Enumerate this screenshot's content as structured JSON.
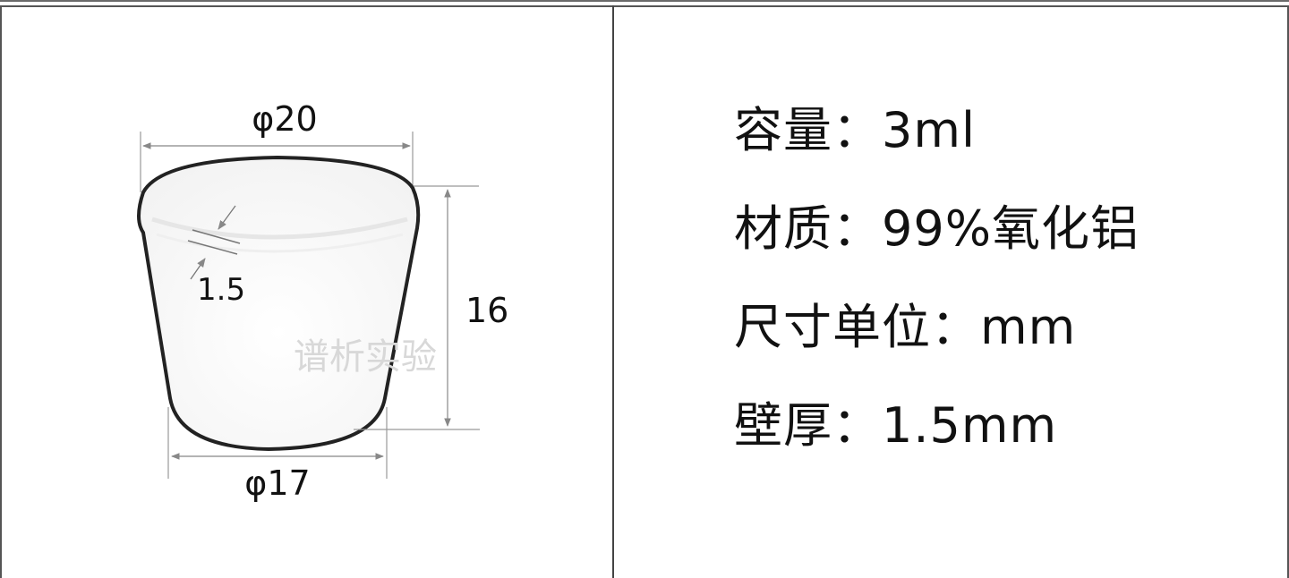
{
  "diagram": {
    "top_diameter": "φ20",
    "bottom_diameter": "φ17",
    "height": "16",
    "wall_thickness": "1.5",
    "watermark": "谱析实验"
  },
  "specs": [
    {
      "label": "容量：",
      "value": "3ml"
    },
    {
      "label": "材质：",
      "value": "99%氧化铝"
    },
    {
      "label": "尺寸单位：",
      "value": "mm"
    },
    {
      "label": "壁厚：",
      "value": "1.5mm"
    }
  ]
}
